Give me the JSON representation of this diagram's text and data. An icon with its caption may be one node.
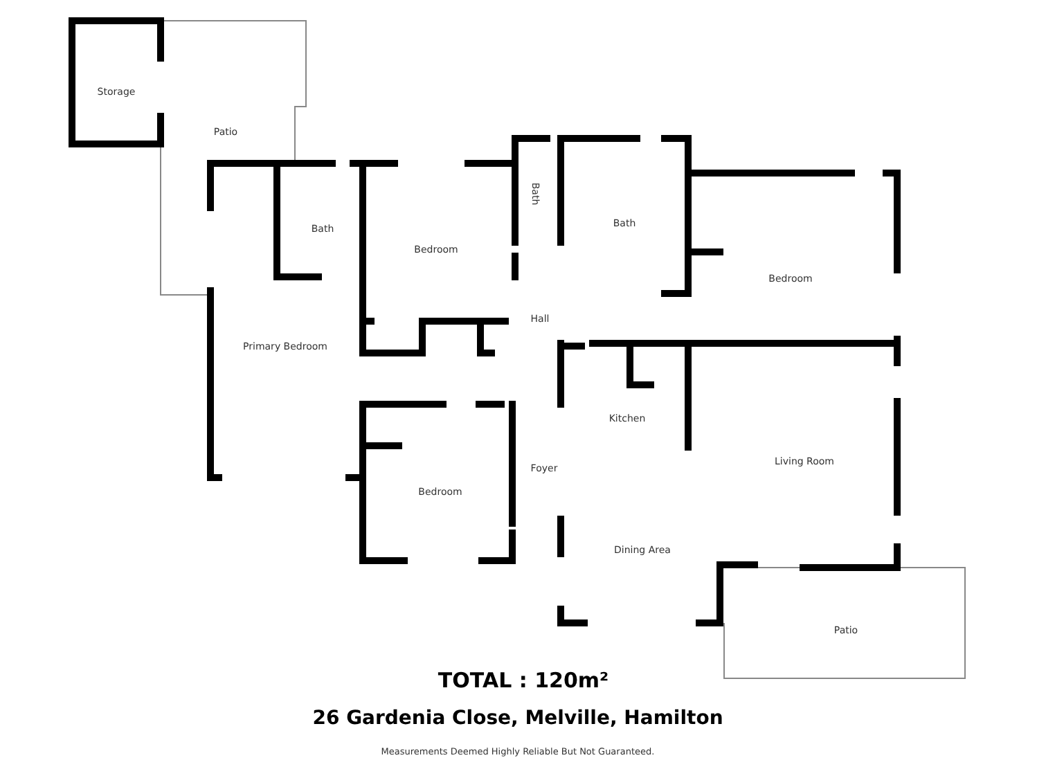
{
  "diagram": {
    "title": "TOTAL : 120m²",
    "labels": [
      "Storage",
      "Patio",
      "Bath",
      "Bedroom",
      "Bath",
      "Bath",
      "Bedroom",
      "Hall",
      "Primary Bedroom",
      "Kitchen",
      "Living Room",
      "Foyer",
      "Bedroom",
      "Dining Area",
      "Patio",
      "26 Gardenia Close, Melville, Hamilton",
      "Measurements Deemed Highly Reliable But Not Guaranteed."
    ]
  }
}
